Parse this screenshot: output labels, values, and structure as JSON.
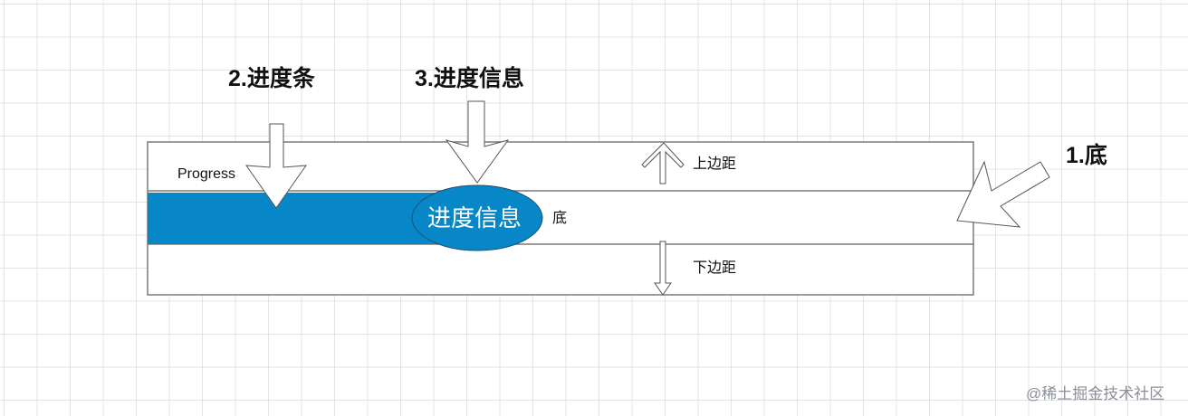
{
  "labels": {
    "progress_bar": "2.进度条",
    "progress_info": "3.进度信息",
    "base": "1.底"
  },
  "diagram": {
    "progress_text": "Progress",
    "ellipse_text": "进度信息",
    "base_text": "底",
    "top_margin": "上边距",
    "bottom_margin": "下边距",
    "progress_fraction": 0.36
  },
  "watermark": "@稀土掘金技术社区",
  "colors": {
    "bar": "#0787c8",
    "border": "#7a7a7a"
  }
}
